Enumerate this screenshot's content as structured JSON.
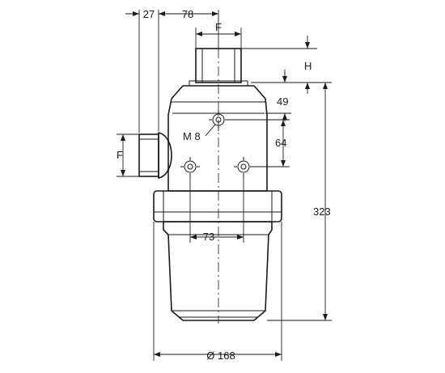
{
  "dimensions": {
    "d27": "27",
    "d78": "78",
    "thread_top": "F",
    "thread_side": "F",
    "d_h": "H",
    "d49": "49",
    "m8": "M 8",
    "d64": "64",
    "d323": "323",
    "d73": "73",
    "diameter": "Ø 168"
  },
  "colors": {
    "line": "#1a1a1a",
    "shade": "#d9d9d9",
    "background": "#ffffff"
  }
}
